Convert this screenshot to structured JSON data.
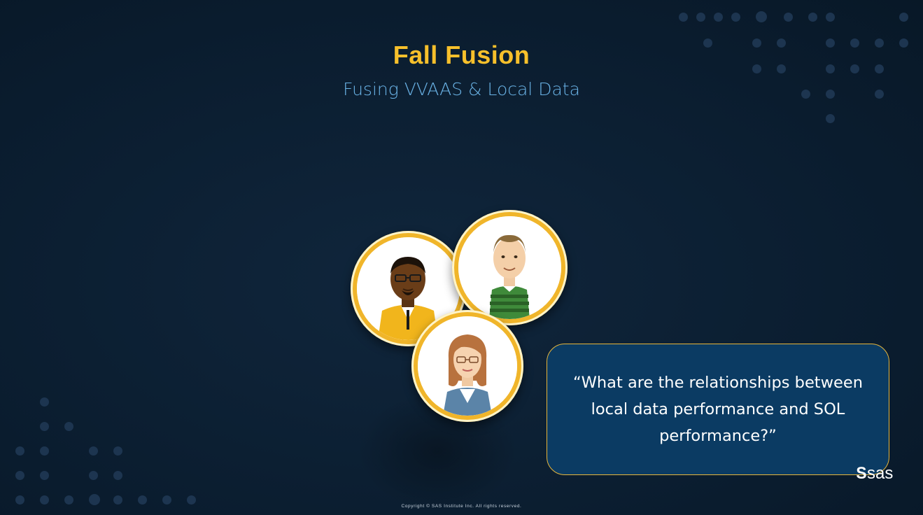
{
  "slide": {
    "title": "Fall Fusion",
    "subtitle": "Fusing VVAAS & Local Data",
    "quote": "“What are the relationships between local data performance and SOL performance?”",
    "copyright": "Copyright © SAS Institute Inc. All rights reserved.",
    "logo_text": "sas",
    "logo_mark": "S"
  },
  "colors": {
    "background": "#0c1f33",
    "title": "#f7c02b",
    "subtitle": "#6ab3e6",
    "quote_box": "#0b3b63",
    "quote_border": "#e8b63c",
    "avatar_ring": "#f0b52a"
  },
  "icons": [
    "decorative-dot-grid",
    "avatar-man-yellow-sweater",
    "avatar-man-green-striped-sweater",
    "avatar-woman-glasses-blazer",
    "sas-logo"
  ]
}
